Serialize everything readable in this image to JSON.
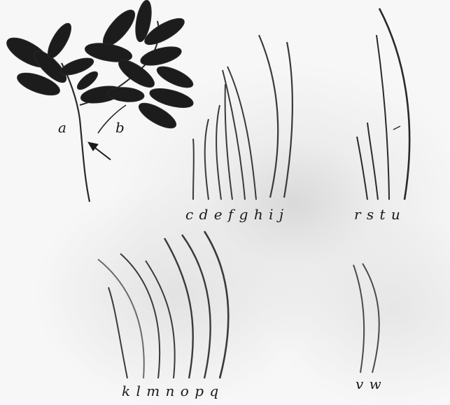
{
  "figure": {
    "labels": {
      "a": "a",
      "b": "b",
      "c_to_j": "c d e f g h i j",
      "r_to_u": "r s t u",
      "k_to_q": "k l m n o p q",
      "v_w": "v w"
    },
    "colors": {
      "leaf": "#1c1c1c",
      "stem": "#2a2a2a",
      "background": "#f7f7f7"
    },
    "icons": [
      "arrow-icon"
    ]
  }
}
